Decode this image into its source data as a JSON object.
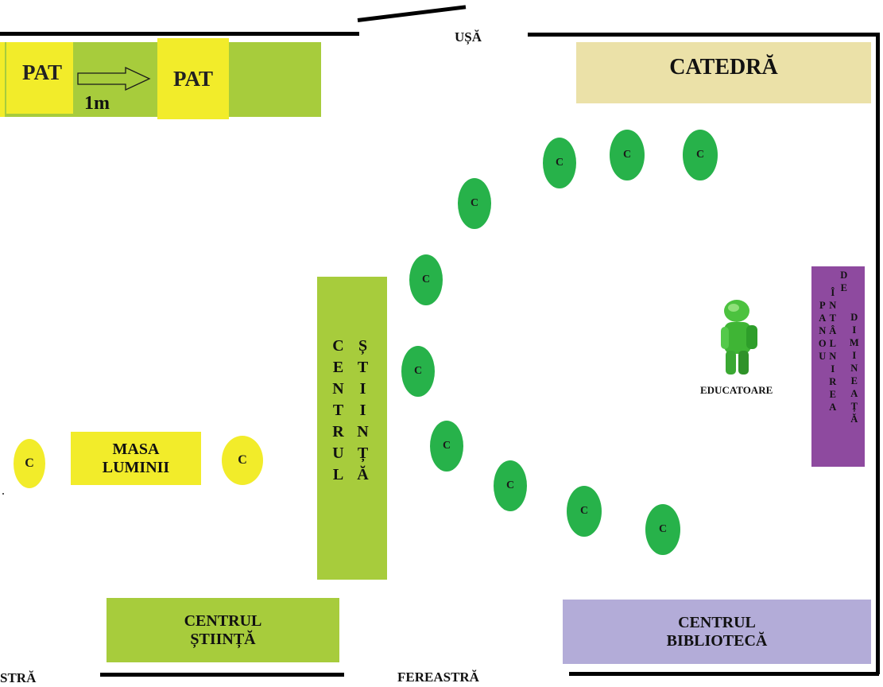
{
  "door_label": "UȘĂ",
  "window_label_bottom": "FEREASTRĂ",
  "window_label_left_partial": "STRĂ",
  "bed": {
    "label_1": "PAT",
    "label_2": "PAT",
    "distance": "1m"
  },
  "desk_label": "CATEDRĂ",
  "light_table": {
    "line_1": "MASA",
    "line_2": "LUMINII"
  },
  "science_column": {
    "word_1": "CENTRUL",
    "word_2": "ȘTIINȚĂ"
  },
  "science_center_bottom": {
    "line_1": "CENTRUL",
    "line_2": "ȘTIINȚĂ"
  },
  "library_center": {
    "line_1": "CENTRUL",
    "line_2": "BIBLIOTECĂ"
  },
  "teacher_label": "EDUCATOARE",
  "panel": {
    "word_1": "PANOU",
    "word_2": "ÎNTÂLNIREA",
    "word_3": "DE",
    "word_4": "DIMINEAȚĂ"
  },
  "chair_label": "C",
  "colors": {
    "bed_area": "#a7cc3c",
    "bed": "#f2ec2a",
    "desk": "#ebe1a8",
    "science": "#a7cc3c",
    "library": "#b3acd8",
    "panel": "#8e4a9f",
    "chair_green": "#27b24a",
    "chair_yellow": "#f2ec2a"
  }
}
